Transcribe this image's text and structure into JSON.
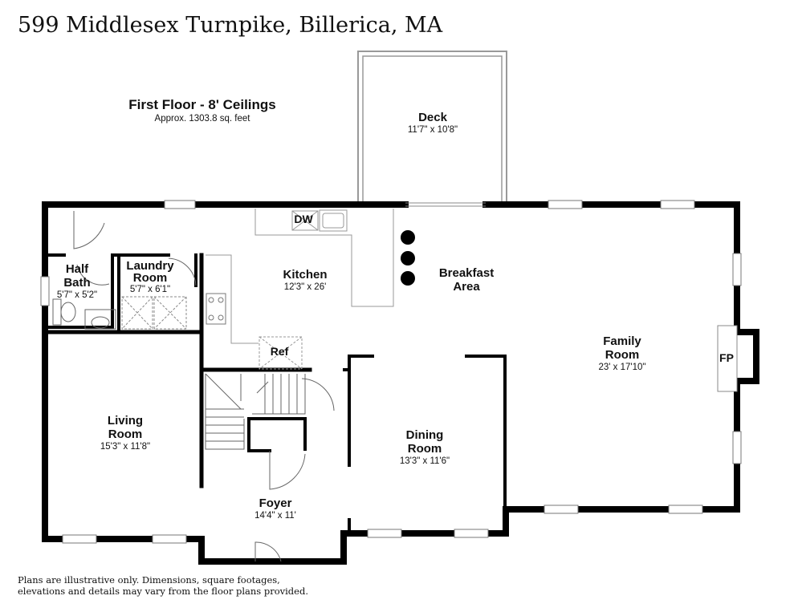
{
  "header": {
    "address": "599 Middlesex Turnpike, Billerica, MA",
    "floor_title": "First Floor - 8' Ceilings",
    "floor_area": "Approx. 1303.8 sq. feet"
  },
  "rooms": {
    "deck": {
      "name": "Deck",
      "dim": "11'7\" x 10'8\""
    },
    "half_bath": {
      "name_line1": "Half",
      "name_line2": "Bath",
      "dim": "5'7\" x 5'2\""
    },
    "laundry": {
      "name_line1": "Laundry",
      "name_line2": "Room",
      "dim": "5'7\" x 6'1\""
    },
    "kitchen": {
      "name": "Kitchen",
      "dim": "12'3\" x 26'"
    },
    "breakfast": {
      "name_line1": "Breakfast",
      "name_line2": "Area"
    },
    "family": {
      "name_line1": "Family",
      "name_line2": "Room",
      "dim": "23' x 17'10\""
    },
    "living": {
      "name_line1": "Living",
      "name_line2": "Room",
      "dim": "15'3\" x 11'8\""
    },
    "dining": {
      "name_line1": "Dining",
      "name_line2": "Room",
      "dim": "13'3\" x 11'6\""
    },
    "foyer": {
      "name": "Foyer",
      "dim": "14'4\" x 11'"
    }
  },
  "fixtures": {
    "dishwasher": "DW",
    "refrigerator": "Ref",
    "fireplace": "FP"
  },
  "footer": {
    "disclaimer_line1": "Plans are illustrative only. Dimensions, square footages,",
    "disclaimer_line2": "elevations and details may vary from the floor plans provided."
  }
}
